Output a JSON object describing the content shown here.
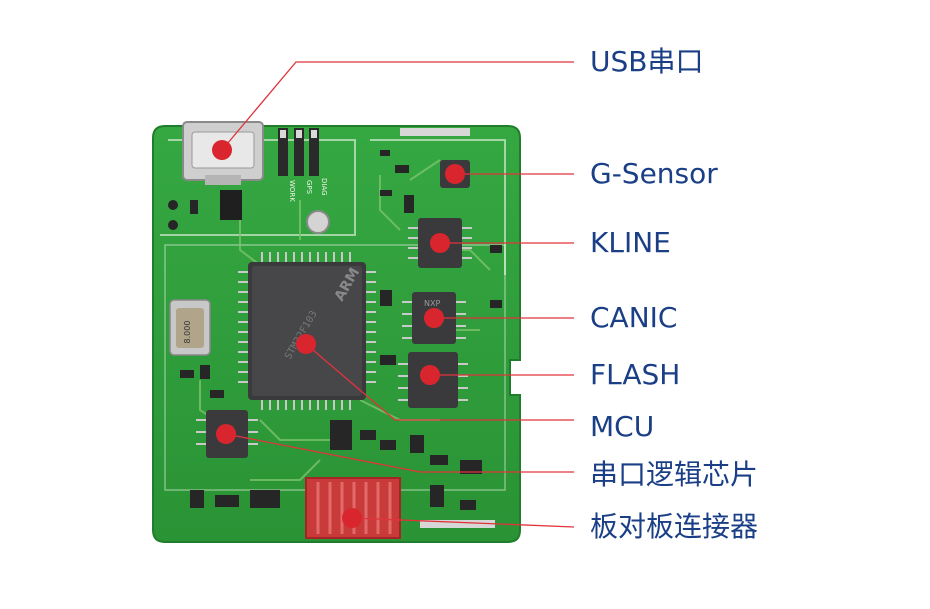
{
  "colors": {
    "board": "#2f9f3a",
    "board_dark": "#1f7d2b",
    "trace": "#7cc36b",
    "silkscreen": "#eef6e8",
    "chip": "#3a3a3c",
    "chip_light": "#5a5a5d",
    "pin": "#c9c9c9",
    "marker": "#d9262e",
    "leader": "#e0343c",
    "label": "#1b3f86"
  },
  "callouts": [
    {
      "id": "usb",
      "label": "USB串口"
    },
    {
      "id": "gsensor",
      "label": "G-Sensor"
    },
    {
      "id": "kline",
      "label": "KLINE"
    },
    {
      "id": "canic",
      "label": "CANIC"
    },
    {
      "id": "flash",
      "label": "FLASH"
    },
    {
      "id": "mcu",
      "label": "MCU"
    },
    {
      "id": "serial",
      "label": "串口逻辑芯片"
    },
    {
      "id": "connector",
      "label": "板对板连接器"
    }
  ],
  "board_markings": {
    "led_labels": [
      "DIAG",
      "GPS",
      "WORK"
    ],
    "mcu_brand": "ARM",
    "mcu_part": "STM32F103",
    "crystal": "8.000",
    "can_chip": "NXP"
  }
}
